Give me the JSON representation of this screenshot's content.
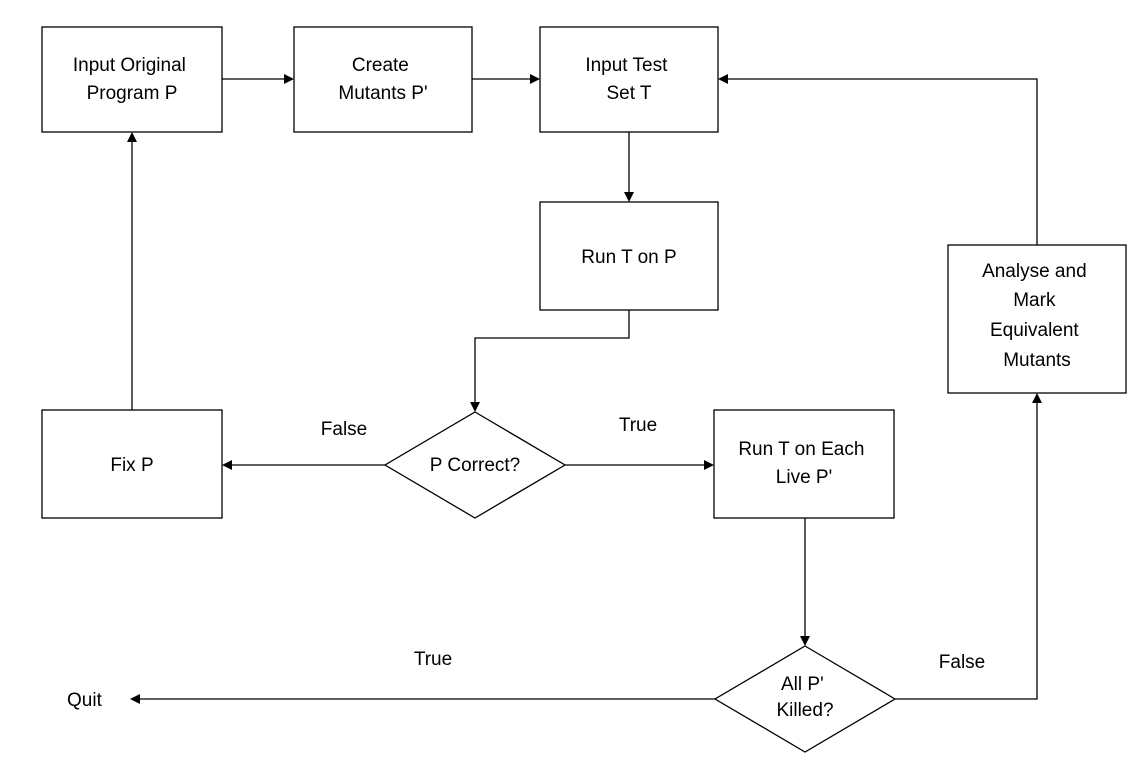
{
  "nodes": {
    "input_program": {
      "lines": [
        "Input Original",
        "Program P"
      ]
    },
    "create_mutants": {
      "lines": [
        "Create",
        "Mutants P'"
      ]
    },
    "input_test_set": {
      "lines": [
        "Input Test",
        "Set T"
      ]
    },
    "run_t_on_p": {
      "lines": [
        "Run T on P"
      ]
    },
    "fix_p": {
      "lines": [
        "Fix P"
      ]
    },
    "p_correct": {
      "lines": [
        "P Correct?"
      ]
    },
    "run_t_on_each": {
      "lines": [
        "Run T on Each",
        "Live P'"
      ]
    },
    "all_killed": {
      "lines": [
        "All P'",
        "Killed?"
      ]
    },
    "analyse": {
      "lines": [
        "Analyse and",
        "Mark",
        "Equivalent",
        "Mutants"
      ]
    },
    "quit": {
      "lines": [
        "Quit"
      ]
    }
  },
  "edge_labels": {
    "p_correct_false": "False",
    "p_correct_true": "True",
    "all_killed_true": "True",
    "all_killed_false": "False"
  }
}
